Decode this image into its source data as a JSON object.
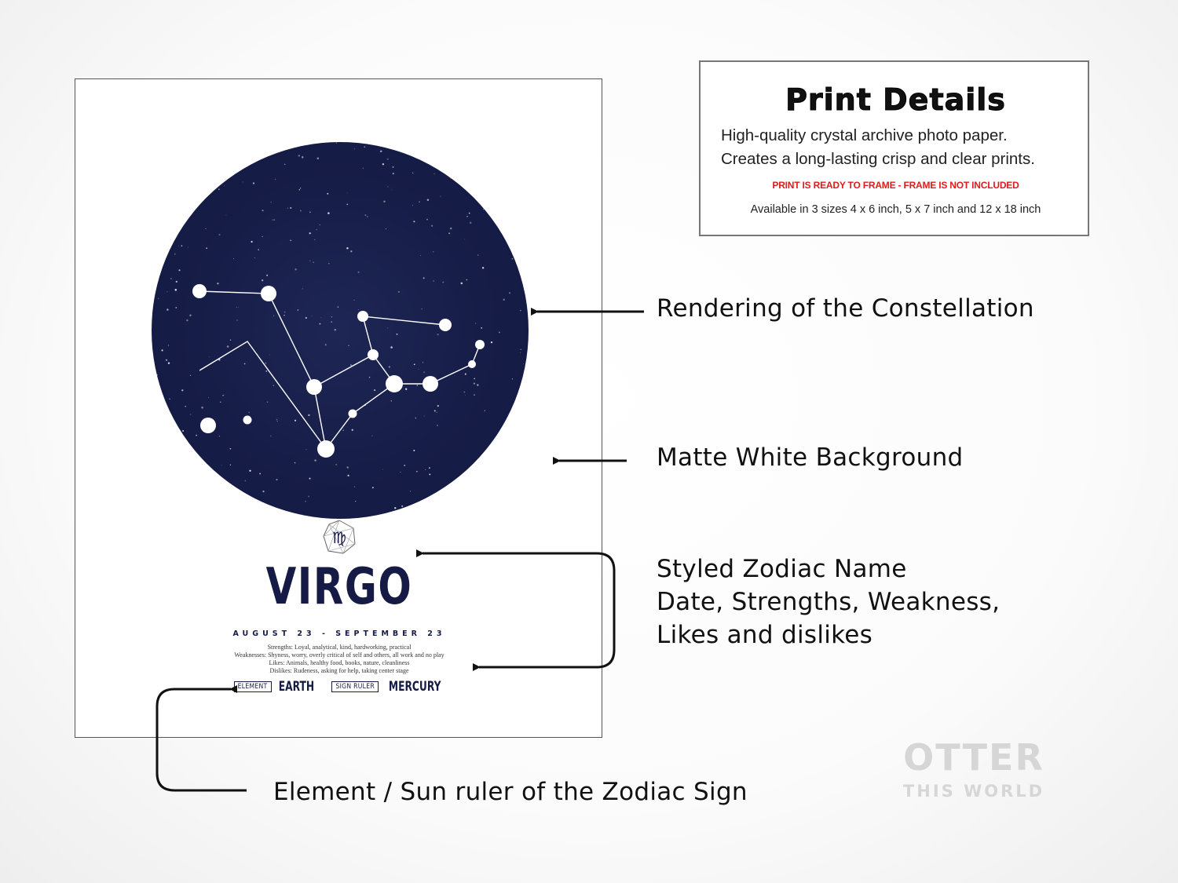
{
  "poster": {
    "sign_glyph": "♍",
    "sign_name": "VIRGO",
    "dates": "AUGUST 23 - SEPTEMBER 23",
    "traits": [
      "Strengths: Loyal, analytical, kind, hardworking, practical",
      "Weaknesses: Shyness, worry, overly critical of self and others, all work and no play",
      "Likes: Animals, healthy food, books, nature, cleanliness",
      "Dislikes: Rudeness, asking for help, taking center stage"
    ],
    "element_label": "ELEMENT",
    "element_value": "EARTH",
    "ruler_label": "SIGN RULER",
    "ruler_value": "MERCURY",
    "sky_color": "#161d47"
  },
  "details": {
    "title": "Print Details",
    "line1": "High-quality crystal archive photo paper.",
    "line2": "Creates a long-lasting crisp and clear prints.",
    "notice": "PRINT IS READY TO FRAME -  FRAME IS NOT INCLUDED",
    "sizes": "Available in 3 sizes 4 x 6 inch,  5 x 7 inch and  12 x 18 inch",
    "notice_color": "#e01b1b"
  },
  "callouts": {
    "constellation": "Rendering of the Constellation",
    "background": "Matte White Background",
    "zodiac_line1": "Styled Zodiac Name",
    "zodiac_line2": "Date, Strengths, Weakness,",
    "zodiac_line3": "Likes and dislikes",
    "element": "Element / Sun ruler of the Zodiac Sign"
  },
  "logo": {
    "top": "OTTER",
    "bottom": "THIS WORLD"
  }
}
